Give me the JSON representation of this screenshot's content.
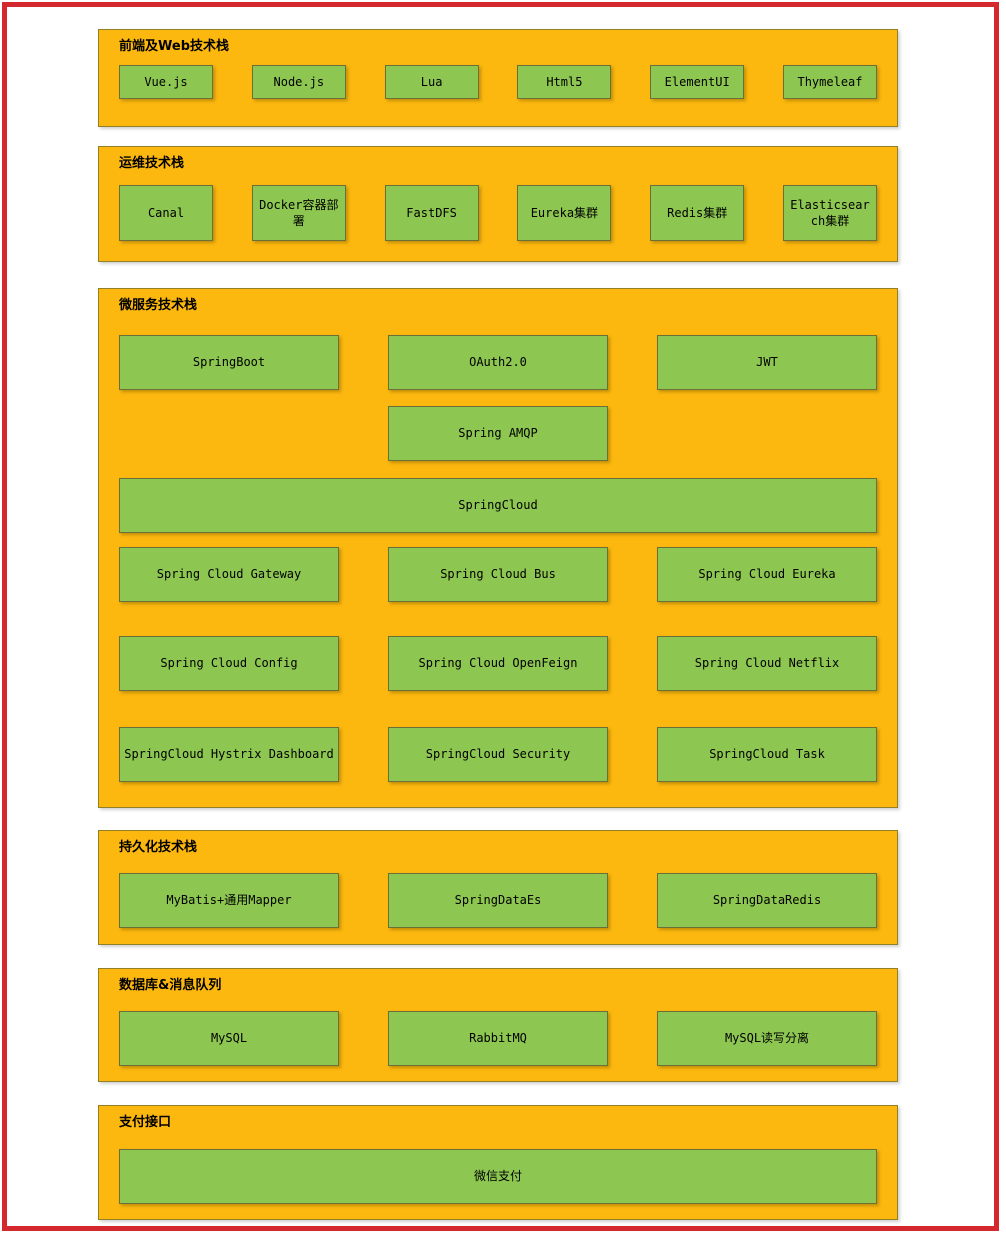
{
  "page": {
    "background": "#ffffff"
  },
  "colors": {
    "red": "#d2282e",
    "section_bg": "#fcb80e",
    "section_border": "#937f26",
    "box_bg": "#8dc751",
    "box_border": "#6a7038",
    "text": "#000000"
  },
  "sections": [
    {
      "title": "前端及Web技术栈",
      "rows": [
        [
          "Vue.js",
          "Node.js",
          "Lua",
          "Html5",
          "ElementUI",
          "Thymeleaf"
        ]
      ]
    },
    {
      "title": "运维技术栈",
      "rows": [
        [
          "Canal",
          "Docker容器部署",
          "FastDFS",
          "Eureka集群",
          "Redis集群",
          "Elasticsearch集群"
        ]
      ]
    },
    {
      "title": "微服务技术栈",
      "rows": [
        [
          "SpringBoot",
          "OAuth2.0",
          "JWT"
        ],
        [
          "Spring AMQP"
        ],
        [
          "SpringCloud"
        ],
        [
          "Spring Cloud Gateway",
          "Spring Cloud Bus",
          "Spring Cloud Eureka"
        ],
        [
          "Spring Cloud Config",
          "Spring Cloud OpenFeign",
          "Spring Cloud Netflix"
        ],
        [
          "SpringCloud Hystrix Dashboard",
          "SpringCloud Security",
          "SpringCloud Task"
        ]
      ]
    },
    {
      "title": "持久化技术栈",
      "rows": [
        [
          "MyBatis+通用Mapper",
          "SpringDataEs",
          "SpringDataRedis"
        ]
      ]
    },
    {
      "title": "数据库&消息队列",
      "rows": [
        [
          "MySQL",
          "RabbitMQ",
          "MySQL读写分离"
        ]
      ]
    },
    {
      "title": "支付接口",
      "rows": [
        [
          "微信支付"
        ]
      ]
    }
  ]
}
